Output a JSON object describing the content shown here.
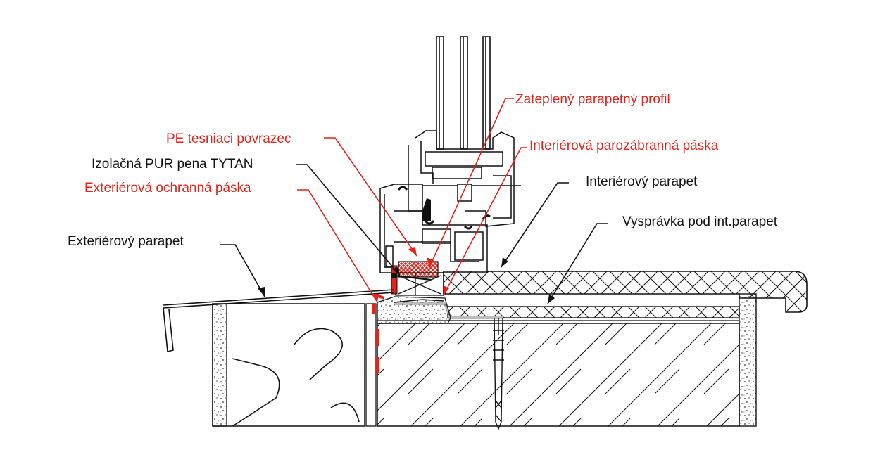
{
  "labels": {
    "zateplenyProfil": "Zateplený parapetný profil",
    "peTesniaci": "PE tesniaci povrazec",
    "interierovaParozabranna": "Interiérová parozábranná páska",
    "izolacnaPur": "Izolačná PUR pena TYTAN",
    "exterierovaOchranna": "Exteriérová ochranná páska",
    "interierovyParapet": "Interiérový parapet",
    "vysspravka": "Vysprávka pod int.parapet",
    "exterierovyParapet": "Exteriérový parapet"
  },
  "colors": {
    "line": "#111111",
    "accent": "#e2231a",
    "label_red": "#e2231a",
    "label_black": "#111111",
    "tape_grey": "#bdbdbd"
  }
}
